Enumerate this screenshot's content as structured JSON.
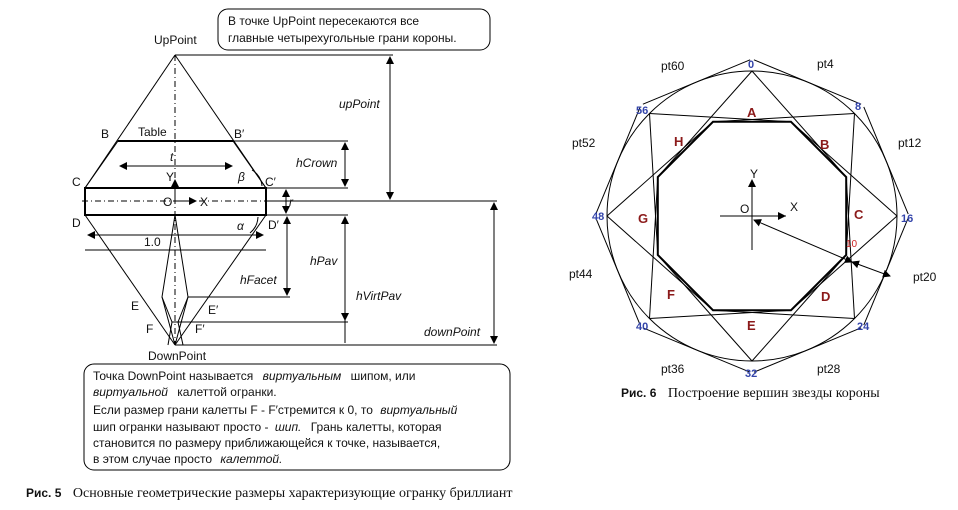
{
  "fig5": {
    "note_top_1": "В точке UpPoint пересекаются все",
    "note_top_2": "главные четырехугольные грани короны.",
    "labels": {
      "uppoint": "UpPoint",
      "downpoint": "DownPoint",
      "B": "B",
      "B2": "B′",
      "C": "C",
      "C2": "C′",
      "D": "D",
      "D2": "D′",
      "E": "E",
      "E2": "E′",
      "F": "F",
      "F2": "F′",
      "table": "Table",
      "t": "t",
      "beta": "β",
      "alpha": "α",
      "Y": "Y",
      "O": "O",
      "X": "X",
      "one": "1.0",
      "upPoint": "upPoint",
      "hCrown": "hCrown",
      "r": "r",
      "hPav": "hPav",
      "hFacet": "hFacet",
      "hVirtPav": "hVirtPav",
      "downPoint": "downPoint"
    },
    "note_bottom": {
      "l1_a": "Точка DownPoint называется",
      "l1_b": "виртуальным",
      "l1_c": "шипом, или",
      "l2_a": "виртуальной",
      "l2_b": "калеттой огранки.",
      "l3_a": "Если размер грани калетты F - F′стремится к 0, то",
      "l3_b": "виртуальный",
      "l4_a": "шип огранки называют просто  -",
      "l4_b": "шип.",
      "l4_c": "Грань калетты, которая",
      "l5": "становится по размеру приближающейся к точке, называется,",
      "l6_a": "в этом случае просто",
      "l6_b": "калеттой."
    },
    "caption_num": "Рис. 5",
    "caption_text": "Основные геометрические размеры характеризующие огранку бриллиант"
  },
  "fig6": {
    "pt": {
      "pt60": "pt60",
      "pt4": "pt4",
      "pt12": "pt12",
      "pt20": "pt20",
      "pt28": "pt28",
      "pt36": "pt36",
      "pt44": "pt44",
      "pt52": "pt52"
    },
    "nums": {
      "n0": "0",
      "n8": "8",
      "n16": "16",
      "n24": "24",
      "n32": "32",
      "n40": "40",
      "n48": "48",
      "n56": "56",
      "n10": "10"
    },
    "letters": {
      "A": "A",
      "B": "B",
      "C": "C",
      "D": "D",
      "E": "E",
      "F": "F",
      "G": "G",
      "H": "H"
    },
    "axis": {
      "Y": "Y",
      "O": "O",
      "X": "X"
    },
    "caption_num": "Рис. 6",
    "caption_text": "Построение вершин звезды короны"
  }
}
